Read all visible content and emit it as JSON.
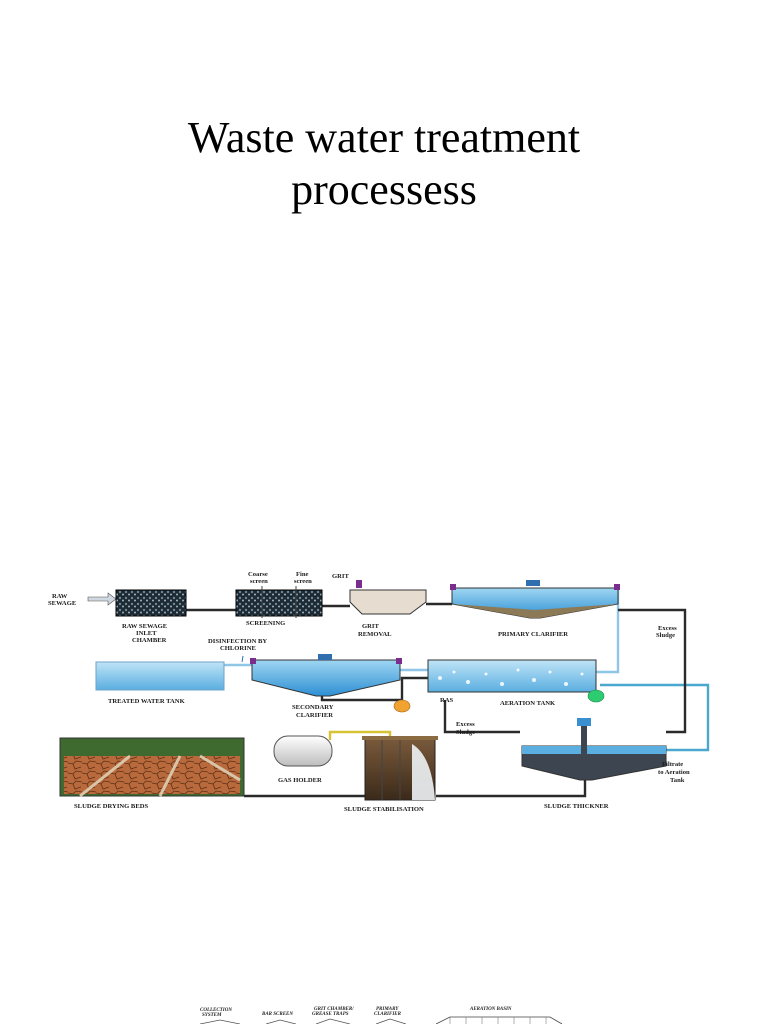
{
  "title": {
    "line1": "Waste water treatment",
    "line2": "processess"
  },
  "diagram": {
    "labels": {
      "raw_sewage": [
        "RAW",
        "SEWAGE"
      ],
      "inlet_chamber": [
        "RAW SEWAGE",
        "INLET",
        "CHAMBER"
      ],
      "coarse_screen": [
        "Coarse",
        "screen"
      ],
      "fine_screen": [
        "Fine",
        "screen"
      ],
      "screening": "SCREENING",
      "grit": "GRIT",
      "grit_removal": [
        "GRIT",
        "REMOVAL"
      ],
      "primary_clarifier": "PRIMARY CLARIFIER",
      "excess_sludge_top": [
        "Excess",
        "Sludge"
      ],
      "disinfection": [
        "DISINFECTION BY",
        "CHLORINE"
      ],
      "treated_water_tank": "TREATED WATER TANK",
      "secondary_clarifier": [
        "SECONDARY",
        "CLARIFIER"
      ],
      "ras": "RAS",
      "aeration_tank": "AERATION TANK",
      "excess_sludge_mid": [
        "Excess",
        "Sludge"
      ],
      "gas_holder": "GAS HOLDER",
      "sludge_drying_beds": "SLUDGE DRYING BEDS",
      "sludge_stabilisation": "SLUDGE STABILISATION",
      "sludge_thickner": "SLUDGE THICKNER",
      "filtrate": [
        "Filtrate",
        "to Aeration",
        "Tank"
      ]
    }
  },
  "footer": {
    "labels": [
      [
        "COLLECTION",
        "SYSTEM"
      ],
      [
        "BAR SCREEN"
      ],
      [
        "GRIT CHAMBER/",
        "GREASE TRAPS"
      ],
      [
        "PRIMARY",
        "CLARIFIER"
      ],
      [
        "AERATION BASIN"
      ]
    ]
  }
}
